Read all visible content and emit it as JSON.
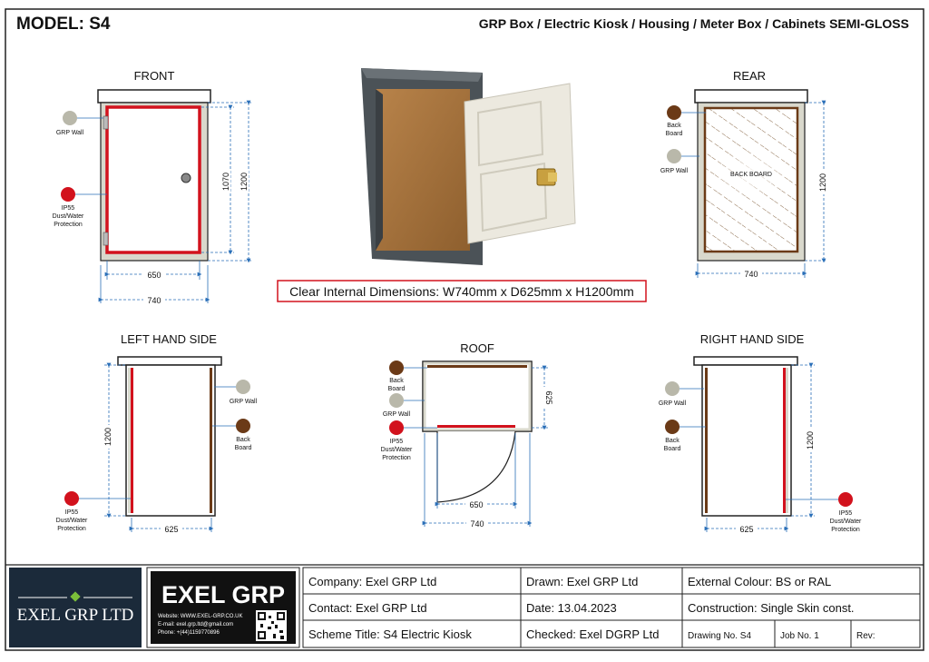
{
  "header": {
    "model": "MODEL: S4",
    "title": "GRP Box / Electric Kiosk / Housing / Meter Box / Cabinets  SEMI-GLOSS"
  },
  "views": {
    "front": {
      "title": "FRONT",
      "legend": {
        "wall": "GRP Wall",
        "ip55": [
          "IP55",
          "Dust/Water",
          "Protection"
        ]
      },
      "dims": {
        "inner_height": "1070",
        "outer_height": "1200",
        "inner_width": "650",
        "outer_width": "740"
      }
    },
    "rear": {
      "title": "REAR",
      "legend": {
        "back_board": [
          "Back",
          "Board"
        ],
        "wall": "GRP Wall"
      },
      "panel_label": "BACK BOARD",
      "dims": {
        "height": "1200",
        "width": "740"
      }
    },
    "left": {
      "title": "LEFT HAND SIDE",
      "legend": {
        "wall": "GRP Wall",
        "back_board": [
          "Back",
          "Board"
        ],
        "ip55": [
          "IP55",
          "Dust/Water",
          "Protection"
        ]
      },
      "dims": {
        "height": "1200",
        "width": "625"
      }
    },
    "roof": {
      "title": "ROOF",
      "legend": {
        "back_board": [
          "Back",
          "Board"
        ],
        "wall": "GRP Wall",
        "ip55": [
          "IP55",
          "Dust/Water",
          "Protection"
        ]
      },
      "dims": {
        "depth": "625",
        "inner_width": "650",
        "outer_width": "740"
      }
    },
    "right": {
      "title": "RIGHT HAND SIDE",
      "legend": {
        "wall": "GRP Wall",
        "back_board": [
          "Back",
          "Board"
        ],
        "ip55": [
          "IP55",
          "Dust/Water",
          "Protection"
        ]
      },
      "dims": {
        "height": "1200",
        "width": "625"
      }
    }
  },
  "dimensions_callout": "Clear Internal Dimensions: W740mm x D625mm x H1200mm",
  "title_block": {
    "company_logo": "EXEL GRP LTD",
    "brand": "EXEL GRP",
    "website": "Website: WWW.EXEL-GRP.CO.UK",
    "email": "E-mail: exel.grp.ltd@gmail.com",
    "phone": "Phone: +(44)1159770896",
    "company": "Company: Exel GRP Ltd",
    "contact": "Contact: Exel GRP Ltd",
    "scheme": "Scheme Title: S4 Electric Kiosk",
    "drawn": "Drawn: Exel GRP Ltd",
    "date": "Date: 13.04.2023",
    "checked": "Checked: Exel DGRP Ltd",
    "external_colour": "External Colour: BS or RAL",
    "construction": "Construction: Single Skin const.",
    "drawing_no": "Drawing No. S4",
    "job_no": "Job No. 1",
    "rev": "Rev:"
  },
  "colors": {
    "outline": "#222222",
    "wall": "#d9d8cc",
    "wall_marker": "#b9b8aa",
    "ip55": "#d2121d",
    "back_board": "#6b3a17",
    "dimension": "#2a6fb8",
    "logo_bg": "#1b2a3a",
    "logo_accent": "#7bbf3a"
  }
}
